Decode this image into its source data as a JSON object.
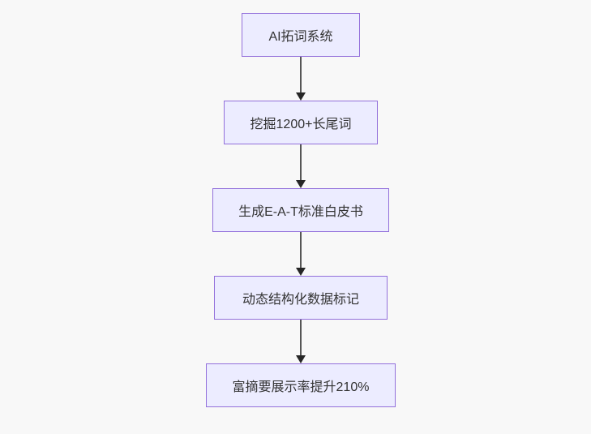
{
  "diagram": {
    "type": "flowchart",
    "direction": "top-to-bottom",
    "colors": {
      "background": "#f8f8f8",
      "node_fill": "#ececff",
      "node_border": "#9370db",
      "node_text": "#333333",
      "edge_line": "#565656",
      "arrowhead": "#262626"
    },
    "nodes": [
      {
        "id": "node-1",
        "label": "AI拓词系统"
      },
      {
        "id": "node-2",
        "label": "挖掘1200+长尾词"
      },
      {
        "id": "node-3",
        "label": "生成E-A-T标准白皮书"
      },
      {
        "id": "node-4",
        "label": "动态结构化数据标记"
      },
      {
        "id": "node-5",
        "label": "富摘要展示率提升210%"
      }
    ],
    "edges": [
      {
        "from": "node-1",
        "to": "node-2",
        "style": "arrow-down"
      },
      {
        "from": "node-2",
        "to": "node-3",
        "style": "arrow-down"
      },
      {
        "from": "node-3",
        "to": "node-4",
        "style": "arrow-down"
      },
      {
        "from": "node-4",
        "to": "node-5",
        "style": "arrow-down"
      }
    ]
  }
}
